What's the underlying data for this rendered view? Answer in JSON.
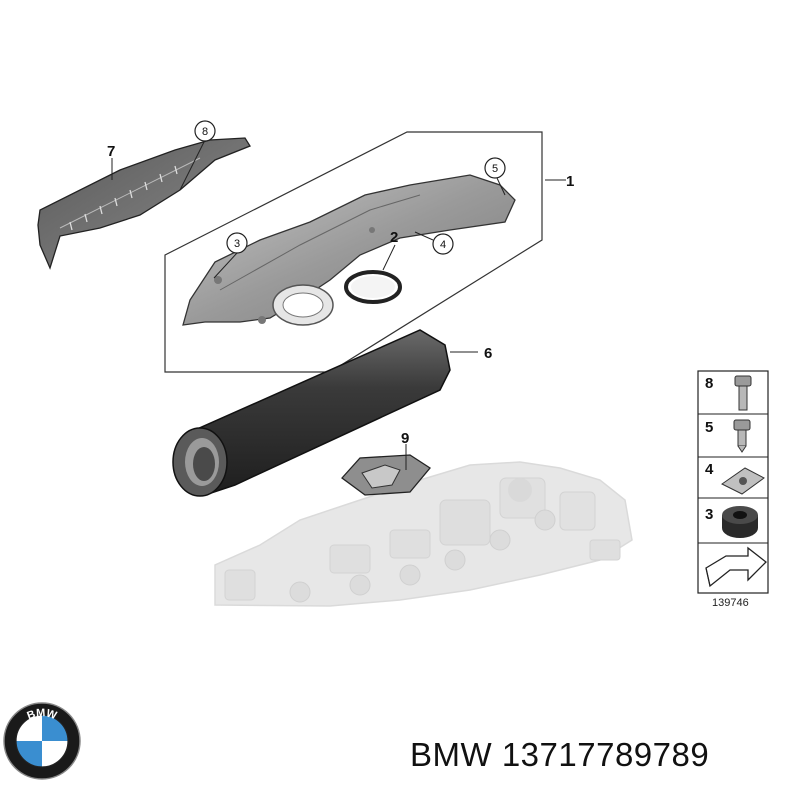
{
  "callouts": {
    "c1": "1",
    "c2": "2",
    "c3": "3",
    "c4": "4",
    "c5": "5",
    "c6": "6",
    "c7": "7",
    "c8": "8",
    "c9": "9"
  },
  "legend": {
    "items": [
      {
        "number": "8",
        "part": "bolt-icon"
      },
      {
        "number": "5",
        "part": "screw-icon"
      },
      {
        "number": "4",
        "part": "clip-nut-icon"
      },
      {
        "number": "3",
        "part": "grommet-icon"
      }
    ],
    "diagram_id": "139746"
  },
  "caption": {
    "brand": "BMW",
    "part_number": "13717789789"
  },
  "logo": {
    "text": "BMW",
    "colors": {
      "blue": "#3a8ed0",
      "white": "#ffffff",
      "ring": "#1a1a1a"
    }
  }
}
